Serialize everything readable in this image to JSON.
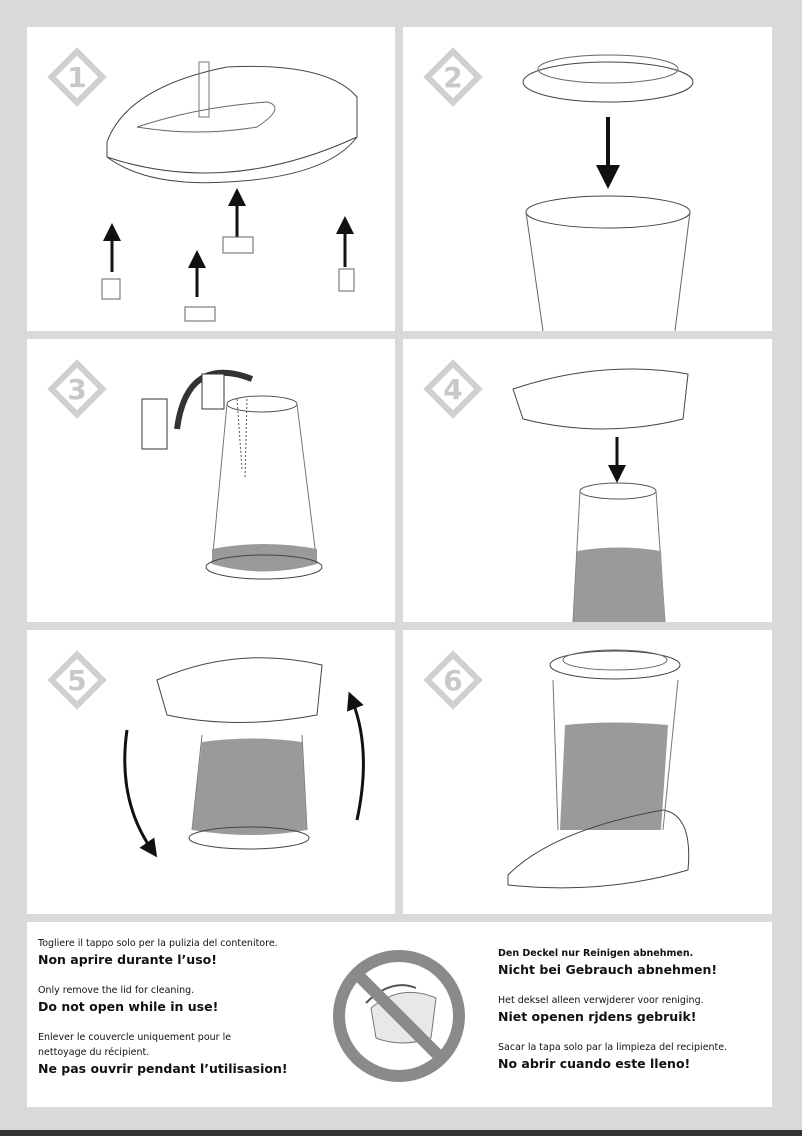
{
  "steps": [
    {
      "number": "1"
    },
    {
      "number": "2"
    },
    {
      "number": "3"
    },
    {
      "number": "4"
    },
    {
      "number": "5"
    },
    {
      "number": "6"
    }
  ],
  "warnings": {
    "italian": {
      "note": "Togliere il tappo solo per la pulizia del contenitore.",
      "warning": "Non aprire durante l’uso!"
    },
    "english": {
      "note": "Only remove the lid for cleaning.",
      "warning": "Do not open while in use!"
    },
    "french": {
      "note": "Enlever le couvercle uniquement pour le nettoyage du récipient.",
      "warning": "Ne pas ouvrir pendant l’utilisasion!"
    },
    "german": {
      "note": "Den Deckel nur Reinigen abnehmen.",
      "warning": "Nicht bei Gebrauch abnehmen!"
    },
    "dutch": {
      "note": "Het deksel alleen verwjderer voor reniging.",
      "warning": "Niet openen rjdens gebruik!"
    },
    "spanish": {
      "note": "Sacar la tapa solo par la limpieza del recipiente.",
      "warning": "No abrir cuando este lleno!"
    }
  },
  "colors": {
    "background": "#d9d9d9",
    "badge": "#d0d0d0",
    "water": "#9a9a9a",
    "prohibition": "#8a8a8a"
  }
}
